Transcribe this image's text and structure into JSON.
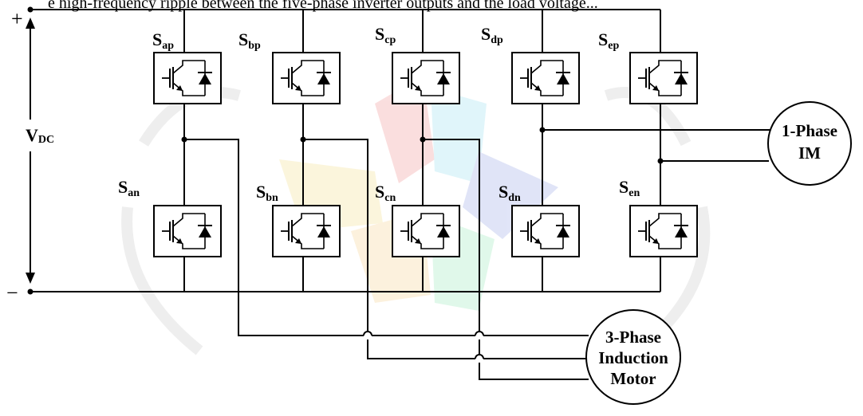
{
  "caption": "e high-frequency ripple between the five-phase inverter outputs and the load voltage...",
  "dc_source": {
    "label_main": "V",
    "label_sub": "DC",
    "plus": "+",
    "minus": "−"
  },
  "switches": [
    {
      "main": "S",
      "sub": "ap"
    },
    {
      "main": "S",
      "sub": "bp"
    },
    {
      "main": "S",
      "sub": "cp"
    },
    {
      "main": "S",
      "sub": "dp"
    },
    {
      "main": "S",
      "sub": "ep"
    },
    {
      "main": "S",
      "sub": "an"
    },
    {
      "main": "S",
      "sub": "bn"
    },
    {
      "main": "S",
      "sub": "cn"
    },
    {
      "main": "S",
      "sub": "dn"
    },
    {
      "main": "S",
      "sub": "en"
    }
  ],
  "single_phase_motor": {
    "line1": "1-Phase",
    "line2": "IM"
  },
  "three_phase_motor": {
    "line1": "3-Phase",
    "line2": "Induction",
    "line3": "Motor"
  }
}
